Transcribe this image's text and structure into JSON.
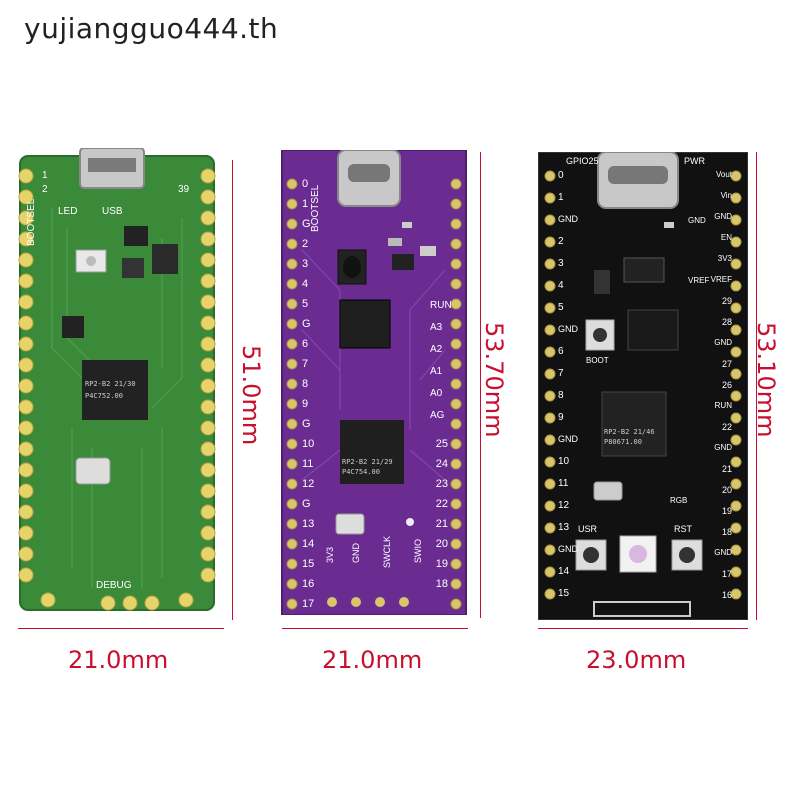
{
  "watermark": "yujiangguo444.th",
  "boards": {
    "pico": {
      "width_label": "21.0mm",
      "height_label": "51.0mm",
      "silk": {
        "bootsel": "BOOTSEL",
        "led": "LED",
        "usb": "USB",
        "debug": "DEBUG",
        "pin1": "1",
        "pin2": "2",
        "pin39": "39",
        "chip_line1": "RP2-B2  21/30",
        "chip_line2": "P4C752.00"
      }
    },
    "purple": {
      "width_label": "21.0mm",
      "height_label": "53.70mm",
      "left_pins": [
        "0",
        "1",
        "G",
        "2",
        "3",
        "4",
        "5",
        "G",
        "6",
        "7",
        "8",
        "9",
        "G",
        "10",
        "11",
        "12",
        "G",
        "13",
        "14",
        "15",
        "16",
        "17"
      ],
      "right_pins": [
        "",
        "",
        "",
        "",
        "",
        "",
        "",
        "",
        "",
        "",
        "",
        "",
        "",
        "25",
        "24",
        "23",
        "22",
        "21",
        "20",
        "19",
        "18"
      ],
      "side_labels": [
        "RUN",
        "A3",
        "A2",
        "A1",
        "A0",
        "AG"
      ],
      "bottom_labels": [
        "3V3",
        "GND",
        "SWCLK",
        "SWIO"
      ],
      "bootsel": "BOOTSEL",
      "chip_line1": "RP2-B2  21/29",
      "chip_line2": "P4C754.00"
    },
    "black": {
      "width_label": "23.0mm",
      "height_label": "53.10mm",
      "left_pins": [
        "0",
        "1",
        "GND",
        "2",
        "3",
        "4",
        "5",
        "GND",
        "6",
        "7",
        "8",
        "9",
        "GND",
        "10",
        "11",
        "12",
        "13",
        "GND",
        "14",
        "15"
      ],
      "right_pins": [
        "Vout",
        "Vin",
        "GND",
        "EN",
        "3V3",
        "VREF",
        "29",
        "28",
        "GND",
        "27",
        "26",
        "RUN",
        "22",
        "GND",
        "21",
        "20",
        "19",
        "18",
        "GND",
        "17",
        "16"
      ],
      "top_left": "GPIO25",
      "top_right": "PWR",
      "labels": {
        "vref": "VREF",
        "boot": "BOOT",
        "usr": "USR",
        "rst": "RST",
        "rgb": "RGB",
        "gnd": "GND"
      },
      "chip_line1": "RP2-B2  21/46",
      "chip_line2": "P80671.00"
    }
  },
  "colors": {
    "pico_pcb": "#3b8a3a",
    "purple_pcb": "#6a2c91",
    "black_pcb": "#111111",
    "gold": "#d9c56a",
    "dimension_red": "#c8102e"
  }
}
